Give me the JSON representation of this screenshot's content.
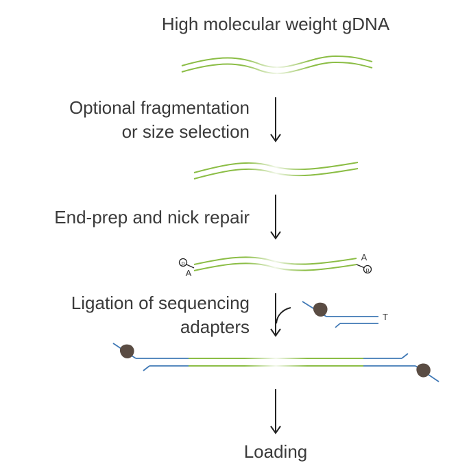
{
  "title": "High molecular weight gDNA",
  "steps": [
    {
      "line1": "Optional fragmentation",
      "line2": "or size selection"
    },
    {
      "line1": "End-prep and nick repair",
      "line2": ""
    },
    {
      "line1": "Ligation of sequencing",
      "line2": "adapters"
    }
  ],
  "final_step": "Loading",
  "end_labels": {
    "a_left": "A",
    "a_right": "A",
    "p_left": "p",
    "p_right": "p",
    "t_overhang": "T"
  },
  "colors": {
    "dna": "#8bbd45",
    "adapter": "#3f78b5",
    "motor_protein": "#5a4c43",
    "arrow": "#222222",
    "text": "#3a3a3a"
  }
}
